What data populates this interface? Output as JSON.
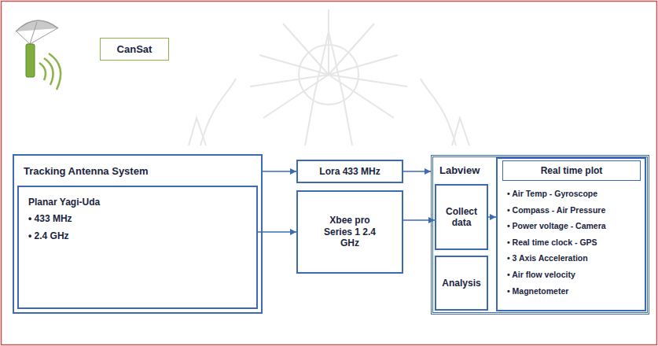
{
  "diagram": {
    "nodes": [
      {
        "text": [
          "CanSat"
        ]
      },
      {
        "text": [
          "Tracking Antenna System"
        ]
      },
      {
        "text": [
          "Planar Yagi-Uda",
          "• 433 MHz",
          "• 2.4 GHz"
        ],
        "in": 1
      },
      {
        "text": [
          "Lora 433 MHz"
        ]
      },
      {
        "text": [
          "Xbee pro Series 1 2.4 GHz"
        ]
      },
      {
        "text": [
          "Labview"
        ]
      },
      {
        "text": [
          "Collect data"
        ],
        "in": 5
      },
      {
        "text": [
          "Analysis"
        ],
        "in": 5
      },
      {
        "text": [
          "• Air Temp - Gyroscope",
          "• Compass - Air Pressure",
          "• Power voltage - Camera",
          "• Real time clock - GPS",
          "• 3 Axis Acceleration",
          "• Air flow velocity",
          "• Magnetometer"
        ],
        "in": 5
      },
      {
        "text": [
          "Real time plot"
        ],
        "in": 8
      }
    ],
    "edges": [
      {
        "from": 1,
        "to": 3,
        "arrow": "to"
      },
      {
        "from": 2,
        "to": 4,
        "arrow": "to"
      },
      {
        "from": 3,
        "to": 5,
        "arrow": "to"
      },
      {
        "from": 4,
        "to": 6,
        "arrow": "to"
      },
      {
        "from": 6,
        "to": 8,
        "arrow": "to"
      }
    ]
  }
}
